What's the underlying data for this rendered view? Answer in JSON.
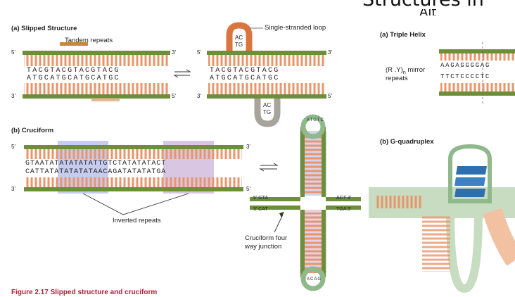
{
  "slide": {
    "heading_cut": "Structures in",
    "heading_cut2": "Alt",
    "caption": "Figure 2.17 Slipped structure and cruciform"
  },
  "panel_a": {
    "title": "(a) Slipped Structure",
    "tandem_label": "Tandem repeats",
    "loop_label": "Single-stranded loop",
    "five": "5'",
    "three": "3'",
    "top_seq": "TACGTACGTACGTACG",
    "bot_seq": "ATGCATGCATGCATGC",
    "right_top_seq": "TACGTACGTACG",
    "right_bot_seq": "ATGCATGCATGC",
    "loop_top": "AC",
    "loop_top2": "TG",
    "loop_bot": "AC",
    "loop_bot2": "TG"
  },
  "panel_b": {
    "title": "(b) Cruciform",
    "top_seq": "GTAATATATATATATTGTCTATATATACT",
    "bot_seq": "CATTATATATATATAACAGATATATATGA",
    "inverted_label": "Inverted repeats",
    "junction_label_1": "Cruciform four",
    "junction_label_2": "way junction",
    "left_top": "5' GTA",
    "left_bot": "3' CAT",
    "right_top": "ACT 3'",
    "right_bot": "TGA 5'",
    "stem_top": "ATGTC",
    "stem_bot": "ACAG"
  },
  "panel_c": {
    "title": "(a) Triple Helix",
    "mirror_label_1": "(R .Y)",
    "mirror_sub": "n",
    "mirror_label_2": " mirror",
    "mirror_label_3": "repeats",
    "top_seq": "AAGAGGGGAG",
    "bot_seq": "TTCTCCCCTC"
  },
  "panel_d": {
    "title": "(b) G-quadruplex"
  },
  "colors": {
    "backbone_green": "#6e8f3a",
    "rung_orange": "#e9956a",
    "loop_orange": "#d9763f",
    "loop_gray": "#a8a49c",
    "blue_highlight": "#c7cbee",
    "purple_highlight": "#d9c6e3",
    "quad_blue": "#2f6fb0",
    "quad_green": "#8fb98a",
    "caption_red": "#b0203a"
  }
}
